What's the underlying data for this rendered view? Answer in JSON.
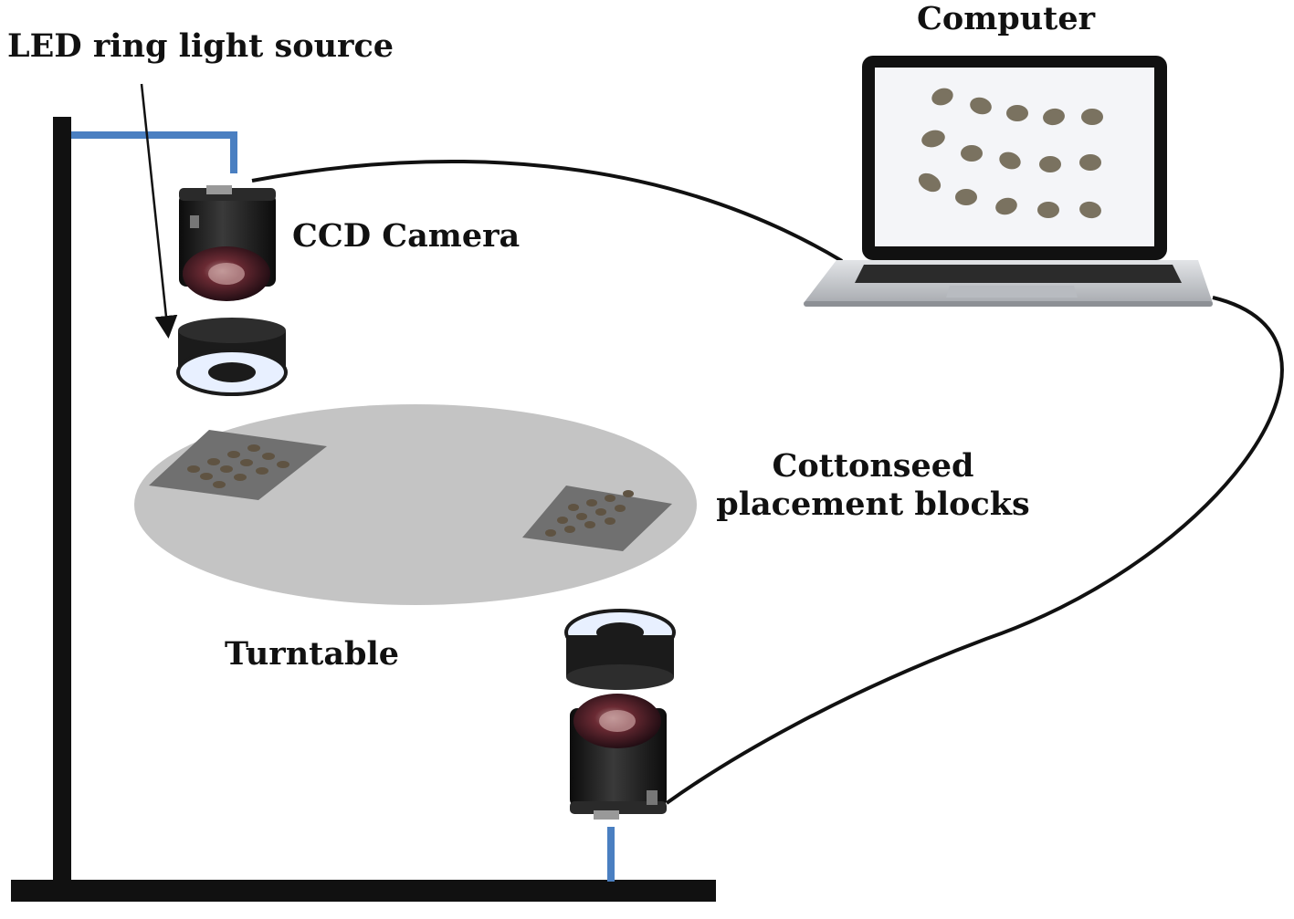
{
  "labels": {
    "led_ring_light": "LED ring light source",
    "computer": "Computer",
    "ccd_camera": "CCD Camera",
    "cottonseed_line1": "Cottonseed",
    "cottonseed_line2": "placement blocks",
    "turntable": "Turntable"
  },
  "colors": {
    "frame": "#111111",
    "mount_arm": "#4a7fc1",
    "turntable": "#c4c4c4",
    "placement_block": "#707070",
    "seed": "#5f5342",
    "cable": "#111111",
    "laptop_body": "#c9ccd0",
    "screen_bg": "#f4f5f8",
    "camera_body": "#1a1a1a",
    "led_ring": "#e8f0ff"
  },
  "icons": [
    "camera-icon",
    "led-ring-icon",
    "laptop-icon",
    "arrow-icon"
  ]
}
